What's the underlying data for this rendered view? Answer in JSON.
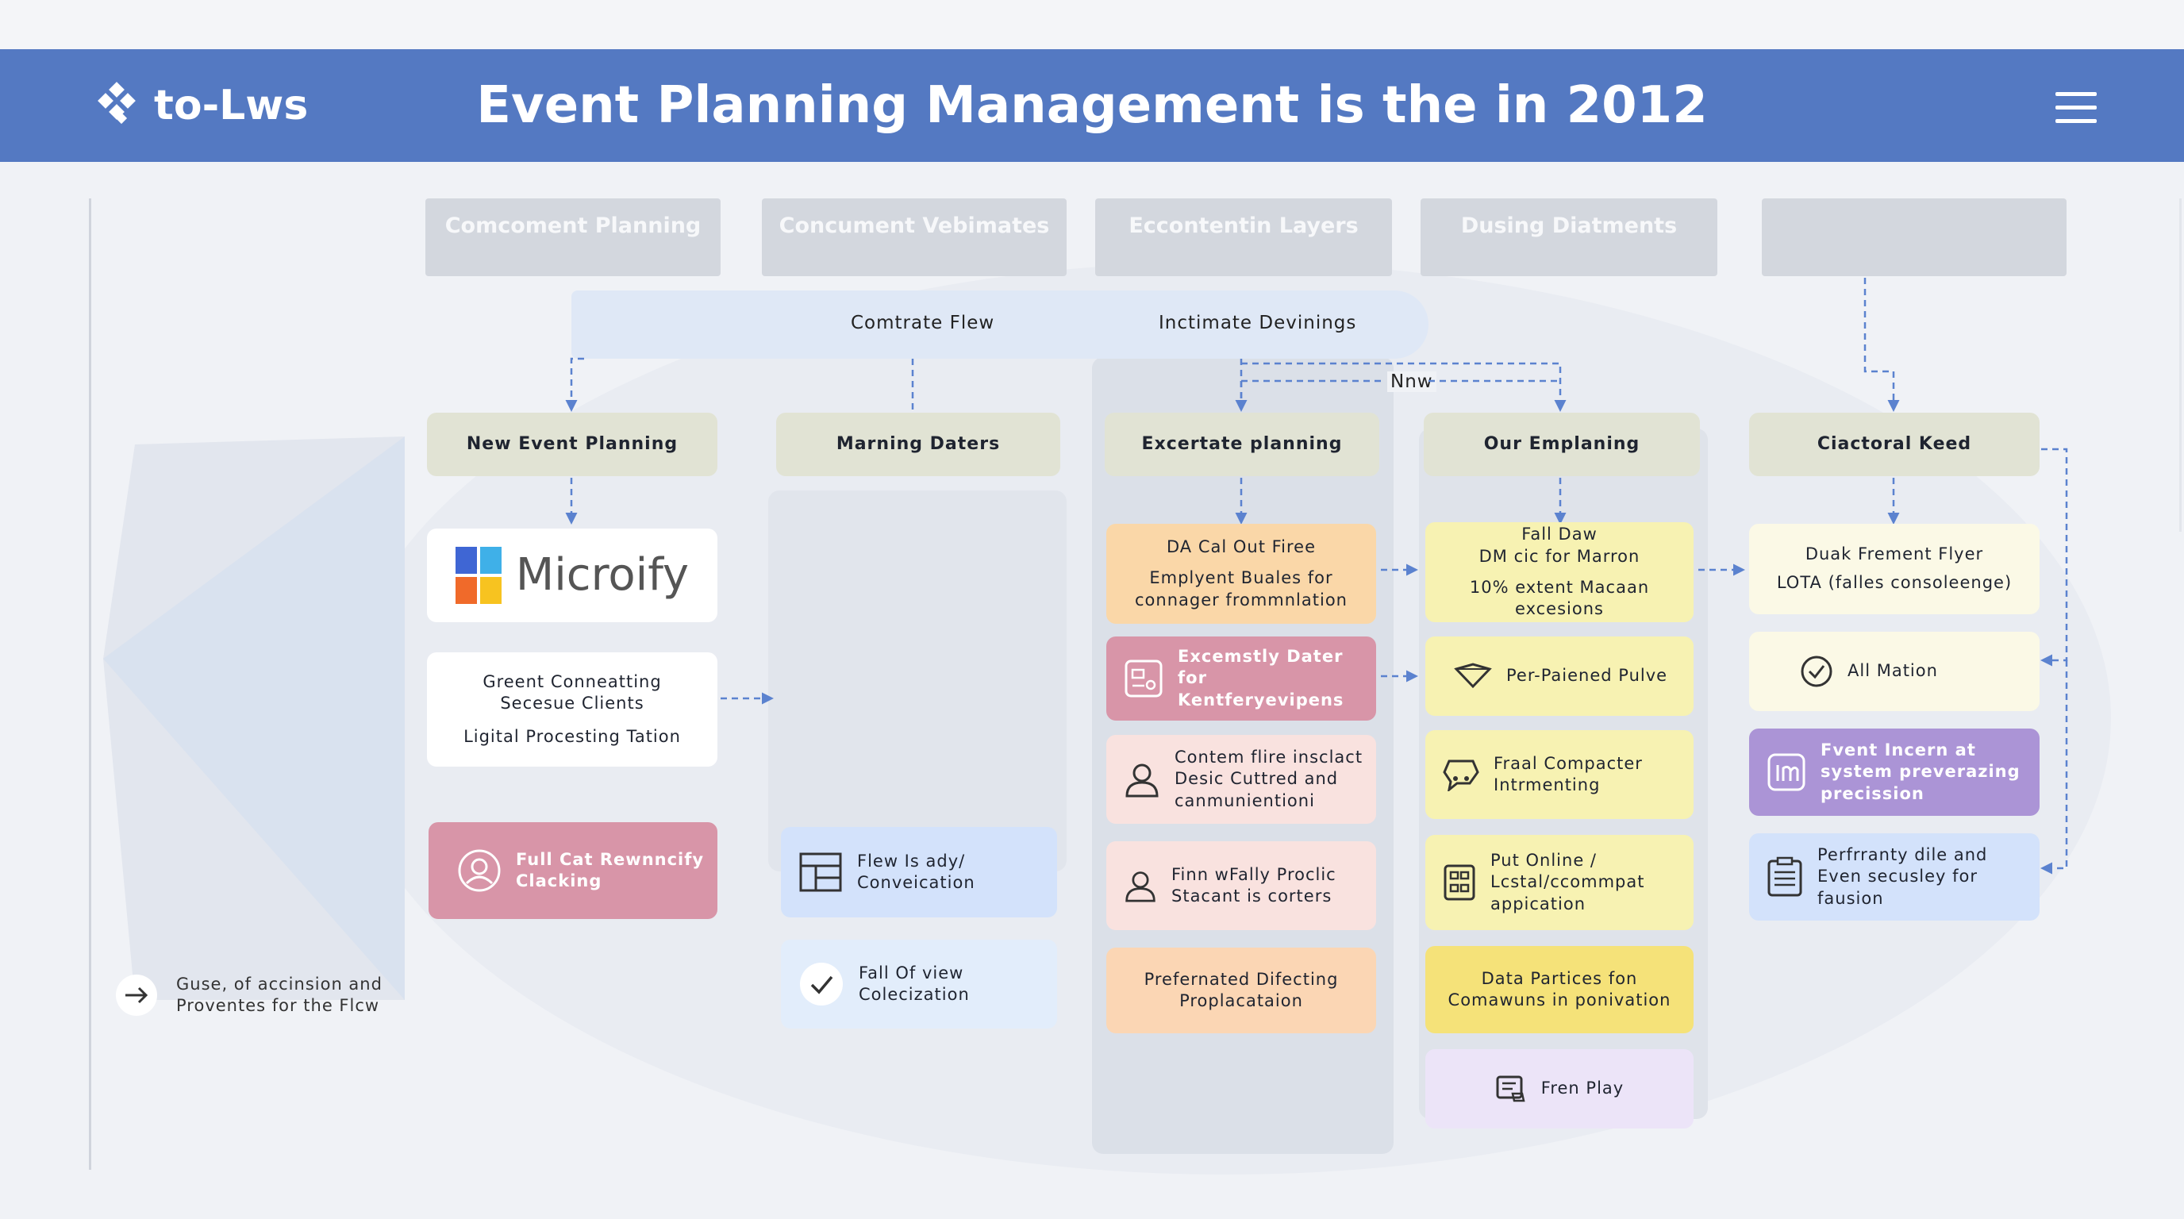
{
  "header": {
    "logo_text": "to-Lws",
    "title": "Event Planning Management is the  in 2012"
  },
  "phases": [
    "Comcoment Planning",
    "Concument Vebimates",
    "Eccontentin Layers",
    "Dusing Diatments",
    ""
  ],
  "flow": {
    "label_left": "Comtrate Flew",
    "label_right": "Inctimate Devinings",
    "label_now": "Nnw"
  },
  "columns": {
    "c1": {
      "header": "New Event Planning",
      "logo_text": "Microify",
      "card1": "Greent Conneatting\nSecesue Clients",
      "card1_sub": "Ligital Procesting Tation",
      "card2": "Full Cat Rewnncify\nClacking"
    },
    "c2": {
      "header": "Marning Daters",
      "card1": "Flew Is ady/\nConveication",
      "card2": "Fall Of  view\nColecization"
    },
    "c3": {
      "header": "Excertate planning",
      "card1_title": "DA Cal Out Firee",
      "card1_body": "Emplyent Buales for\nconnager frommnlation",
      "card2": "Excemstly Dater for\nKentferyevipens",
      "card3": "Contem flire insclact\nDesic Cuttred and\ncanmunientioni",
      "card4": "Finn wFally Proclic\nStacant is corters",
      "card5": "Prefernated Difecting\nProplacataion"
    },
    "c4": {
      "header": "Our Emplaning",
      "card1_title": "Fall Daw\nDM cic for Marron",
      "card1_body": "10% extent Macaan\nexcesions",
      "card2": "Per-Paiened Pulve",
      "card3": "Fraal Compacter\nIntrmenting",
      "card4": "Put Online /\nLcstal/ccommpat\nappication",
      "card5": "Data Partices fon\nComawuns in ponivation",
      "card6": "Fren Play"
    },
    "c5": {
      "header": "Ciactoral Keed",
      "card1": "Duak Frement Flyer\nLOTA (falles consoleenge)",
      "card2": "All Mation",
      "card3": "Fvent Incern at\nsystem preverazing\nprecission",
      "card4": "Perfrranty dile and\nEven secusley for\nfausion"
    }
  },
  "note": "Guse, of accinsion and\nProventes for the Flcw",
  "colors": {
    "header_blue": "#5479c2",
    "arrow_blue": "#5b82cf",
    "pink": "#d895a8",
    "purple": "#ab94d6"
  },
  "icons": [
    "logo-icon",
    "menu-icon",
    "microsoft-logo-icon",
    "person-circle-icon",
    "table-grid-icon",
    "check-circle-icon",
    "presentation-icon",
    "person-icon",
    "chat-bubble-icon",
    "calculator-icon",
    "document-list-icon",
    "image-badge-icon",
    "checklist-icon"
  ]
}
